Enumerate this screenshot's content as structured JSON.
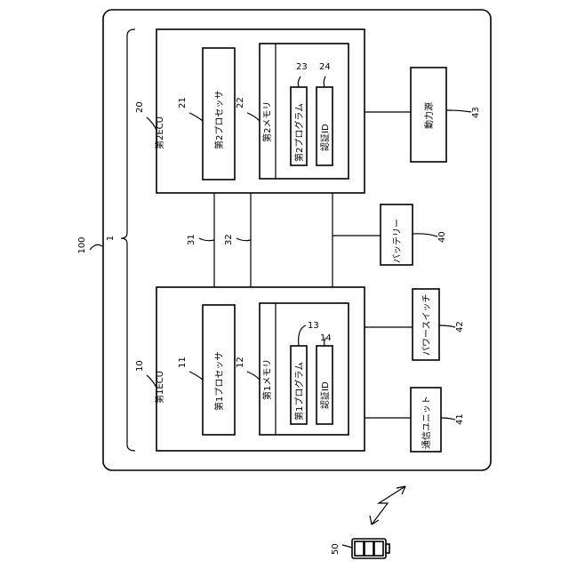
{
  "labels": {
    "system_ref": "100",
    "bus_ref": "1",
    "ecu2_ref": "20",
    "ecu2_name": "第2ECU",
    "proc2_ref": "21",
    "proc2_name": "第2プロセッサ",
    "mem2_ref": "22",
    "mem2_name": "第2メモリ",
    "prog2_ref": "23",
    "prog2_name": "第2プログラム",
    "auth2_ref": "24",
    "auth2_name": "認証ID",
    "power_src_ref": "43",
    "power_src_name": "動力源",
    "line31_ref": "31",
    "line32_ref": "32",
    "battery_ref": "40",
    "battery_name": "バッテリー",
    "ecu1_ref": "10",
    "ecu1_name": "第1ECU",
    "proc1_ref": "11",
    "proc1_name": "第1プロセッサ",
    "mem1_ref": "12",
    "mem1_name": "第1メモリ",
    "prog1_ref": "13",
    "prog1_name": "第1プログラム",
    "auth1_ref": "14",
    "auth1_name": "認証ID",
    "switch_ref": "42",
    "switch_name": "パワースイッチ",
    "comm_ref": "41",
    "comm_name": "通信ユニット",
    "key_ref": "50"
  }
}
